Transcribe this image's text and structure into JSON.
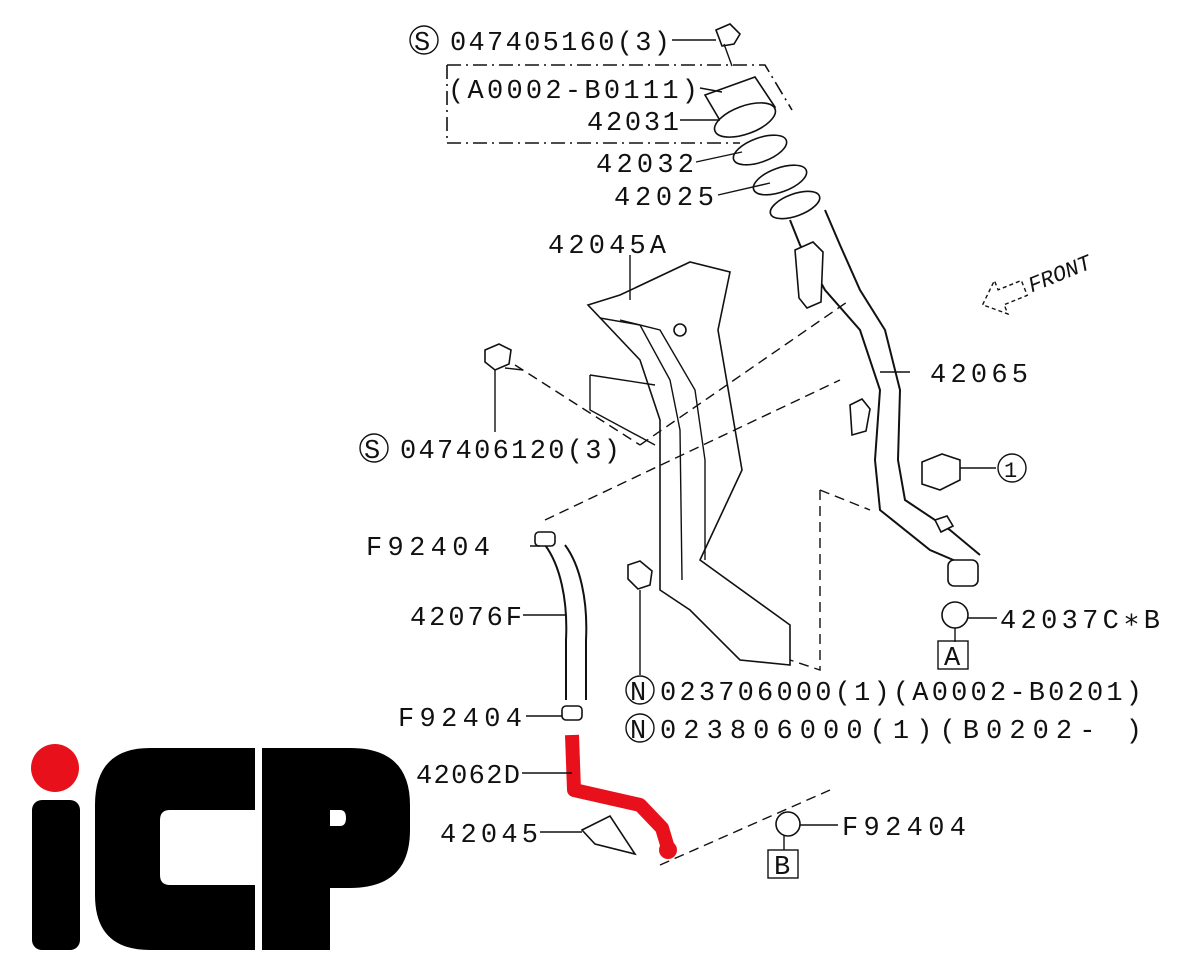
{
  "diagram": {
    "callouts": {
      "bolt_top": {
        "prefix": "S",
        "text": "047405160(3)"
      },
      "range_box": "(A0002-B0111)",
      "p42031": "42031",
      "p42032": "42032",
      "p42025": "42025",
      "p42045A": "42045A",
      "front_arrow": "FRONT",
      "p42065": "42065",
      "bolt_mid": {
        "prefix": "S",
        "text": "047406120(3)"
      },
      "ref_1": "1",
      "clip_upper": "F92404",
      "p42076F": "42076F",
      "p42037CB": "42037C∗B",
      "ref_A": "A",
      "nut_1": {
        "prefix": "N",
        "text": "023706000(1)(A0002-B0201)"
      },
      "nut_2": {
        "prefix": "N",
        "text": "023806000(1)(B0202-      )"
      },
      "clip_mid": "F92404",
      "p42062D": "42062D",
      "p42045": "42045",
      "clip_right": "F92404",
      "ref_B": "B"
    },
    "highlight_color": "#e8101a"
  },
  "logo": {
    "text": "ICP",
    "dot_color": "#e8101a"
  }
}
